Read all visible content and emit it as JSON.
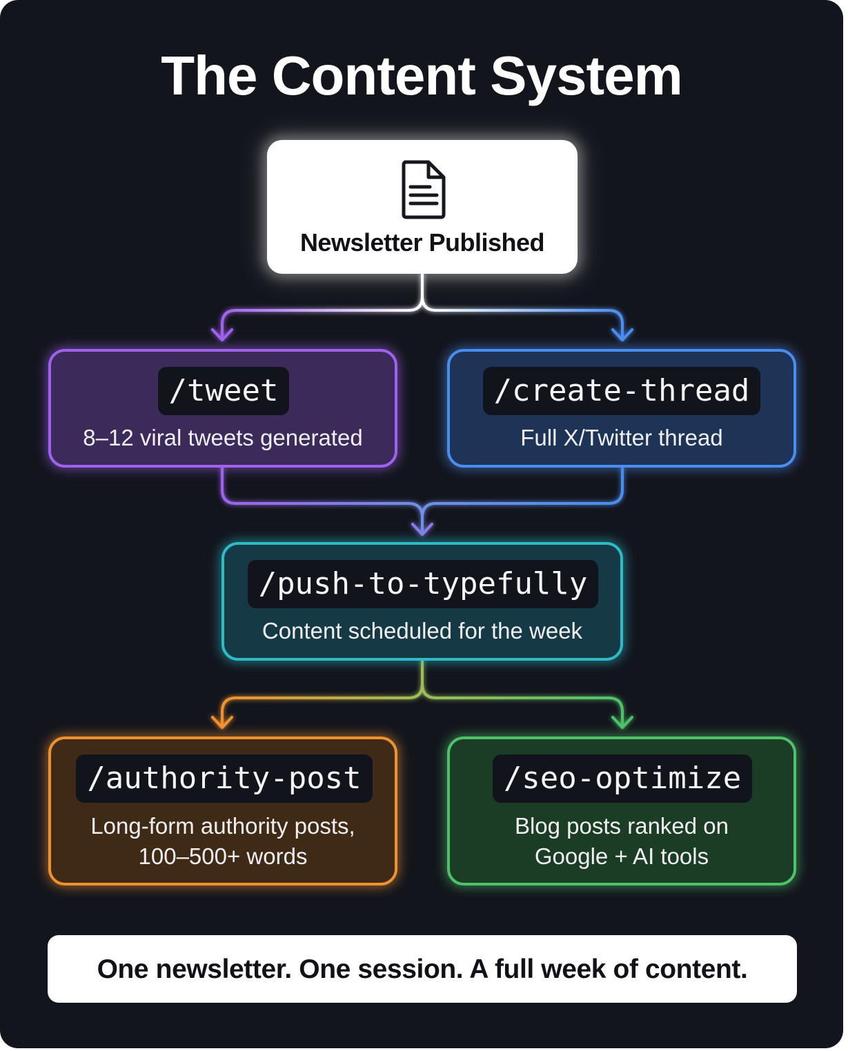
{
  "title": "The Content System",
  "colors": {
    "background": "#13151d",
    "tweet": "#a062ee",
    "thread": "#4a8df0",
    "push": "#2cbcc9",
    "authority": "#ef922e",
    "seo": "#4ec269"
  },
  "root": {
    "icon": "document-icon",
    "label": "Newsletter Published"
  },
  "nodes": {
    "tweet": {
      "command": "/tweet",
      "description": "8–12 viral tweets generated"
    },
    "thread": {
      "command": "/create-thread",
      "description": "Full X/Twitter thread"
    },
    "push": {
      "command": "/push-to-typefully",
      "description": "Content scheduled for the week"
    },
    "authority": {
      "command": "/authority-post",
      "description_line1": "Long-form authority posts,",
      "description_line2": "100–500+ words"
    },
    "seo": {
      "command": "/seo-optimize",
      "description_line1": "Blog posts ranked on",
      "description_line2": "Google + AI tools"
    }
  },
  "edges": [
    {
      "from": "root",
      "to": "tweet"
    },
    {
      "from": "root",
      "to": "thread"
    },
    {
      "from": "tweet",
      "to": "push"
    },
    {
      "from": "thread",
      "to": "push"
    },
    {
      "from": "push",
      "to": "authority"
    },
    {
      "from": "push",
      "to": "seo"
    }
  ],
  "footer": "One newsletter. One session. A full week of content."
}
